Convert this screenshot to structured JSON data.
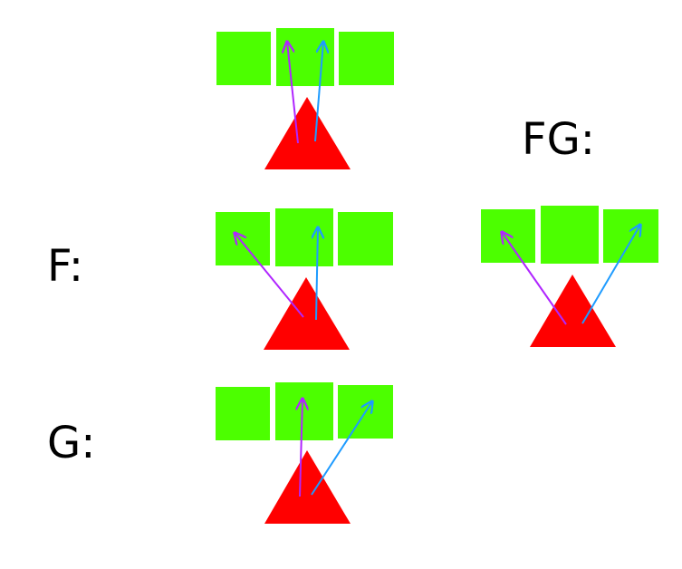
{
  "labels": {
    "fg": "FG:",
    "f": "F:",
    "g": "G:"
  },
  "colors": {
    "background": "#ffffff",
    "square": "#4cff00",
    "triangle": "#ff0000",
    "arrow_purple": "#b026ff",
    "arrow_blue": "#1e9bff",
    "text": "#000000"
  },
  "panels": [
    {
      "name": "panel-top",
      "arrows": [
        "purple-to-center",
        "blue-to-center"
      ]
    },
    {
      "name": "panel-f",
      "arrows": [
        "purple-to-left",
        "blue-to-center"
      ]
    },
    {
      "name": "panel-fg",
      "arrows": [
        "purple-to-left",
        "blue-to-right"
      ]
    },
    {
      "name": "panel-g",
      "arrows": [
        "purple-to-center",
        "blue-to-right"
      ]
    }
  ]
}
